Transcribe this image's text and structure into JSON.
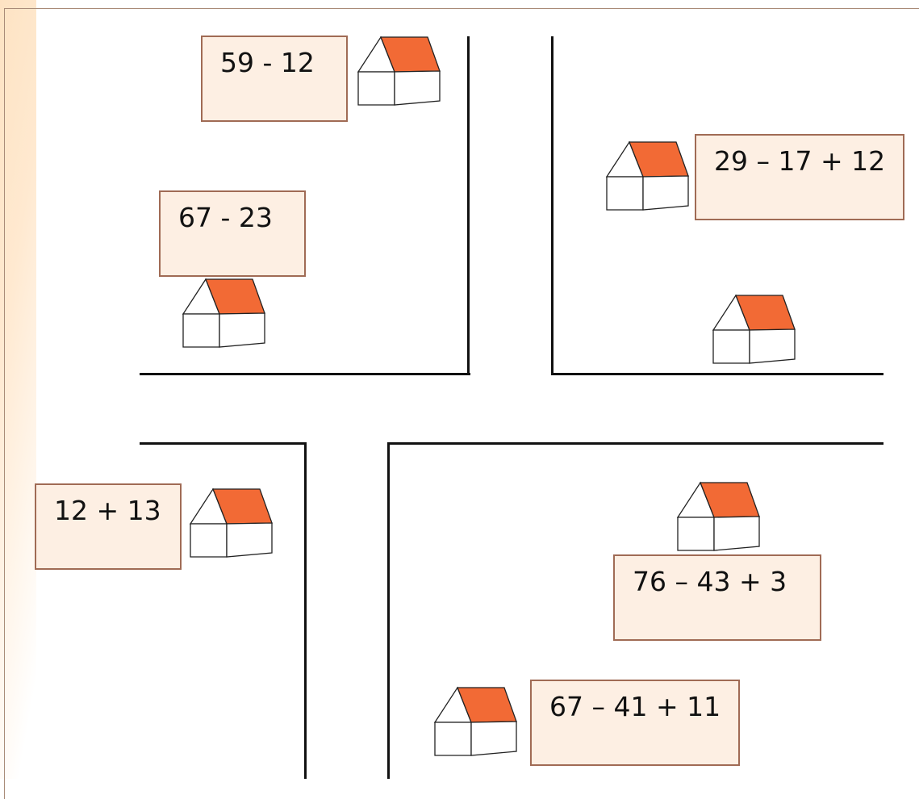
{
  "expressions": {
    "e1": "59 - 12",
    "e2": "67 - 23",
    "e3": "29 – 17 + 12",
    "e4": "12 + 13",
    "e5": "76 – 43 + 3",
    "e6": "67 – 41 + 11"
  },
  "colors": {
    "roof": "#f26a35",
    "card_fill": "#fdefe3",
    "card_border": "#a06b55"
  },
  "icons": [
    "house-icon"
  ]
}
